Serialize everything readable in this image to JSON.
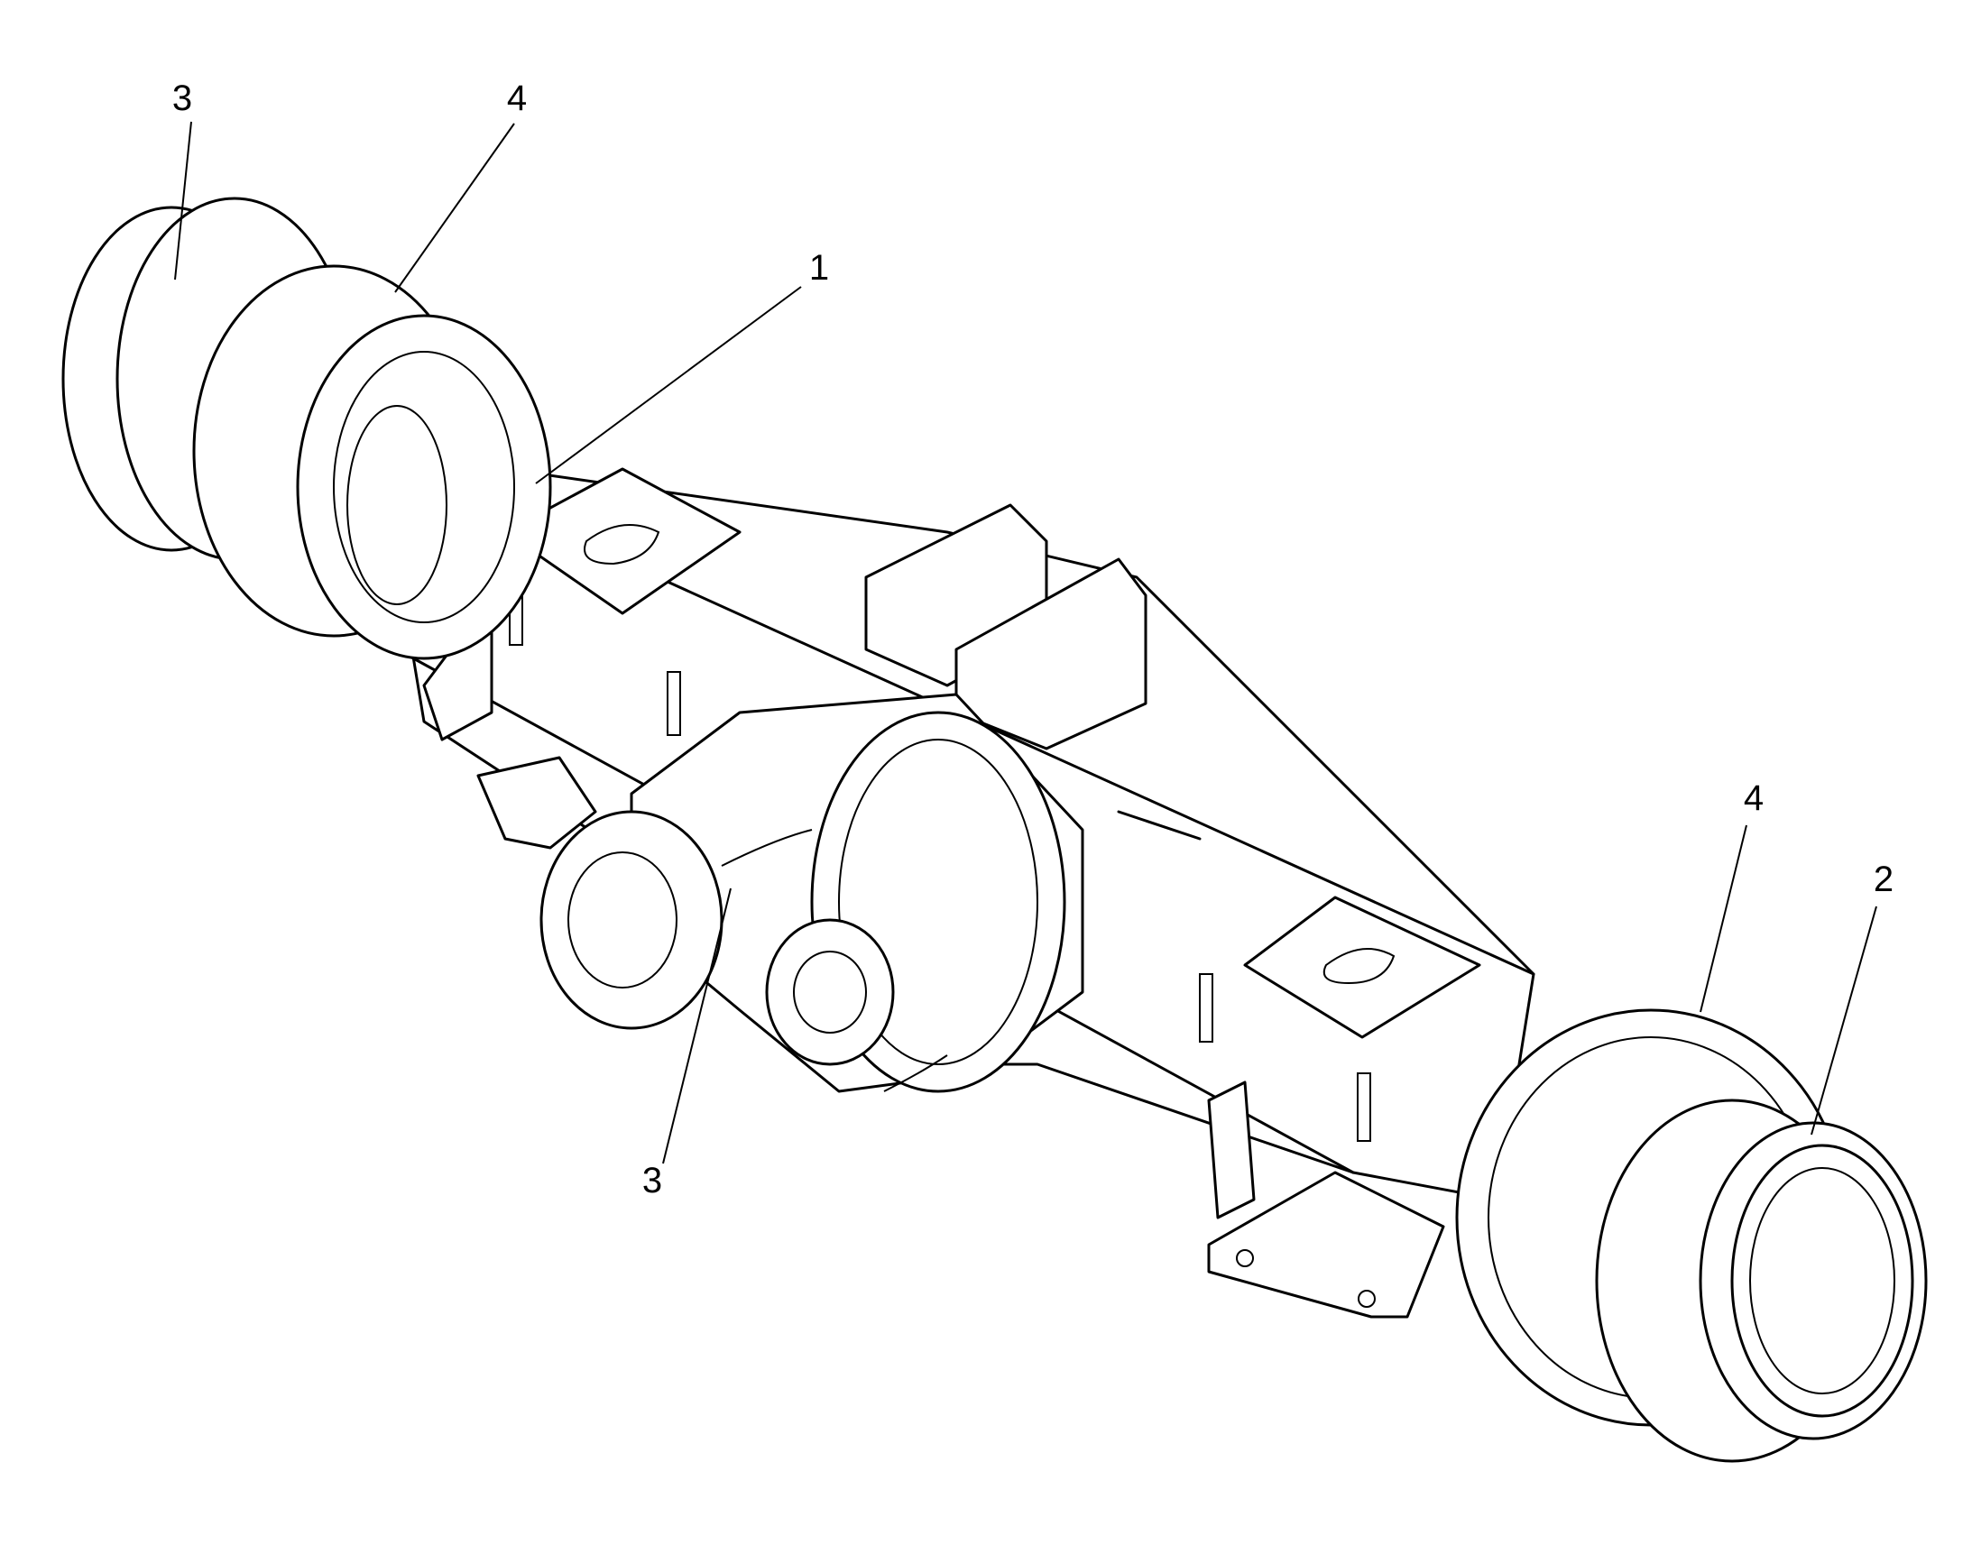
{
  "callouts": {
    "left_hub": "3",
    "left_brake": "4",
    "axle_housing": "1",
    "differential": "3",
    "right_brake": "4",
    "right_hub": "2"
  },
  "colors": {
    "ink": "#000000",
    "paper": "#ffffff"
  }
}
